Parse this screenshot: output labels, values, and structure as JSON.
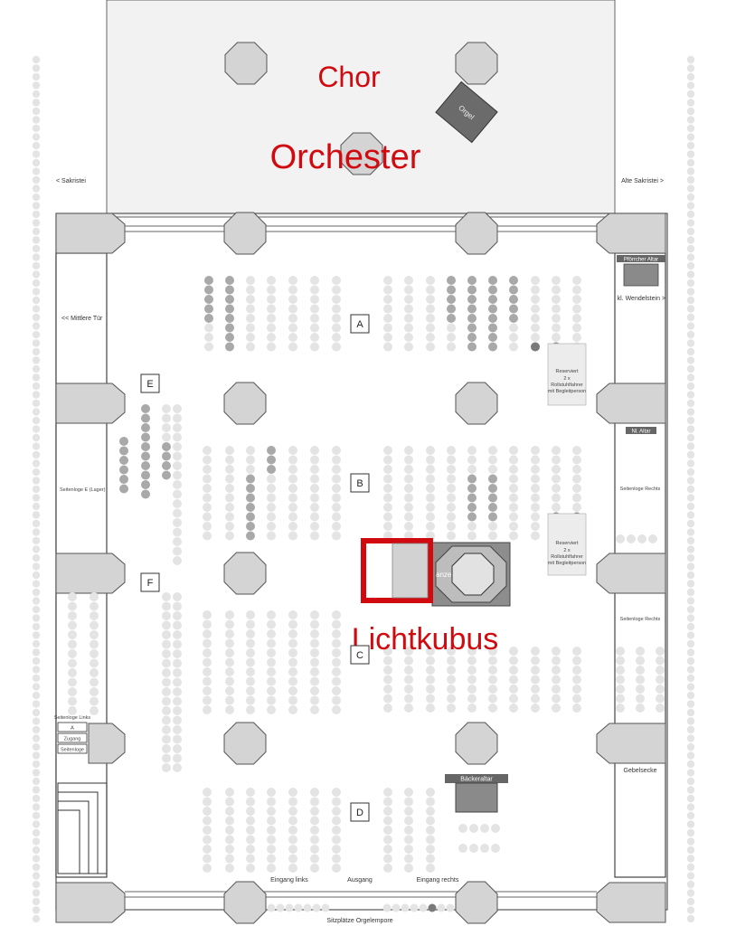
{
  "labels": {
    "chor": "Chor",
    "orchester": "Orchester",
    "lichtkubus": "Lichtkubus",
    "orgel": "Orgel",
    "sakristei_left": "< Sakristei",
    "sakristei_right": "Alte Sakristei >",
    "mittlere_tuer": "<< Mittlere Tür",
    "pfoerrcher_altar": "Pförrcher Altar",
    "kl_wendelstein": "kl. Wendelstein >",
    "nl_altar": "Nl. Altar",
    "seitenloge_e": "Seitenloge E (Lager)",
    "seitenloge_rechts_1": "Seitenloge Rechts",
    "seitenloge_rechts_2": "Seitenloge Rechts",
    "seitenloge_links": "Seitenloge Links",
    "zugang": "Zugang",
    "seitenloge": "Seitenloge",
    "gebelsecke": "Gebelsecke",
    "baeckeraltar": "Bäckeraltar",
    "eingang_links": "Eingang links",
    "ausgang": "Ausgang",
    "eingang_rechts": "Eingang rechts",
    "orgelempore": "Sitzplätze Orgelempore",
    "reserviert_title": "Reserviert",
    "reserviert_line1": "2 x",
    "reserviert_line2": "Rollstuhlfahrer",
    "reserviert_line3": "mit Begleitperson",
    "kanzel_fragment": "anze",
    "a_box_small": "A"
  },
  "sections": [
    "A",
    "B",
    "C",
    "D",
    "E",
    "F"
  ],
  "colors": {
    "accent_red": "#d10a10",
    "seat_free": "#e4e4e4",
    "seat_taken": "#a9a9a9",
    "seat_dark": "#7a7a7a",
    "pillar": "#d4d4d4",
    "chor_bg": "#f2f2f2"
  }
}
